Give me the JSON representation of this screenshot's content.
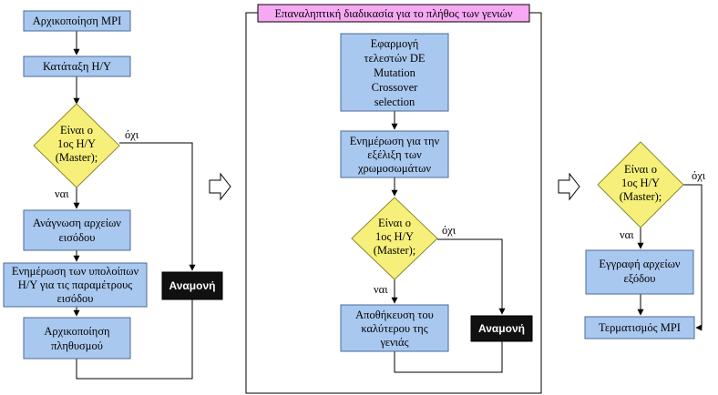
{
  "colors": {
    "process_fill": "#a9c8ef",
    "process_stroke": "#4a6a9a",
    "decision_fill": "#f6f07a",
    "decision_stroke": "#8a8a30",
    "wait_fill": "#111111",
    "title_fill": "#f7a8f3",
    "line": "#000000"
  },
  "left": {
    "init_mpi": "Αρχικοποίηση MPI",
    "rank": "Κατάταξη Η/Υ",
    "decision": [
      "Είναι ο",
      "1ος Η/Υ",
      "(Master);"
    ],
    "yes": "ναι",
    "no": "όχι",
    "read_input": [
      "Ανάγνωση αρχείων",
      "εισόδου"
    ],
    "notify": [
      "Ενημέρωση των υπολοίπων",
      "Η/Υ για τις παραμέτρους",
      "εισόδου"
    ],
    "init_pop": [
      "Αρχικοποίηση",
      "πληθυσμού"
    ],
    "wait": "Αναμονή"
  },
  "middle": {
    "title": "Επαναληπτική διαδικασία για το πλήθος των γενιών",
    "operators": [
      "Εφαρμογή",
      "τελεστών DE",
      "Mutation",
      "Crossover",
      "selection"
    ],
    "update": [
      "Ενημέρωση για την",
      "εξέλιξη των",
      "χρωμοσωμάτων"
    ],
    "decision": [
      "Είναι ο",
      "1ος Η/Υ",
      "(Master);"
    ],
    "yes": "ναι",
    "no": "όχι",
    "save_best": [
      "Αποθήκευση του",
      "καλύτερου της",
      "γενιάς"
    ],
    "wait": "Αναμονή"
  },
  "right": {
    "decision": [
      "Είναι ο",
      "1ος Η/Υ",
      "(Master);"
    ],
    "yes": "ναι",
    "no": "όχι",
    "write_output": [
      "Εγγραφή αρχείων",
      "εξόδου"
    ],
    "finalize": "Τερματισμός MPI"
  }
}
